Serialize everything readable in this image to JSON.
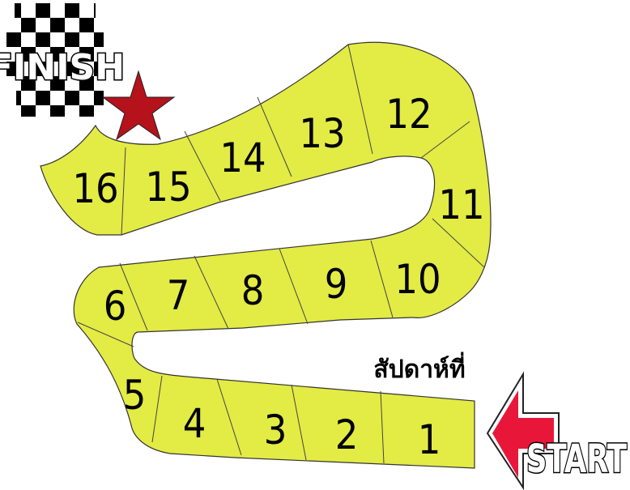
{
  "board": {
    "finish_label": "FINISH",
    "start_label": "START",
    "week_label": "สัปดาห์ที่",
    "track_color": "#e3eb45",
    "star_color": "#b5121b",
    "arrow_color": "#e8173a",
    "spaces": [
      {
        "label": "1"
      },
      {
        "label": "2"
      },
      {
        "label": "3"
      },
      {
        "label": "4"
      },
      {
        "label": "5"
      },
      {
        "label": "6"
      },
      {
        "label": "7"
      },
      {
        "label": "8"
      },
      {
        "label": "9"
      },
      {
        "label": "10"
      },
      {
        "label": "11"
      },
      {
        "label": "12"
      },
      {
        "label": "13"
      },
      {
        "label": "14"
      },
      {
        "label": "15"
      },
      {
        "label": "16"
      }
    ]
  }
}
